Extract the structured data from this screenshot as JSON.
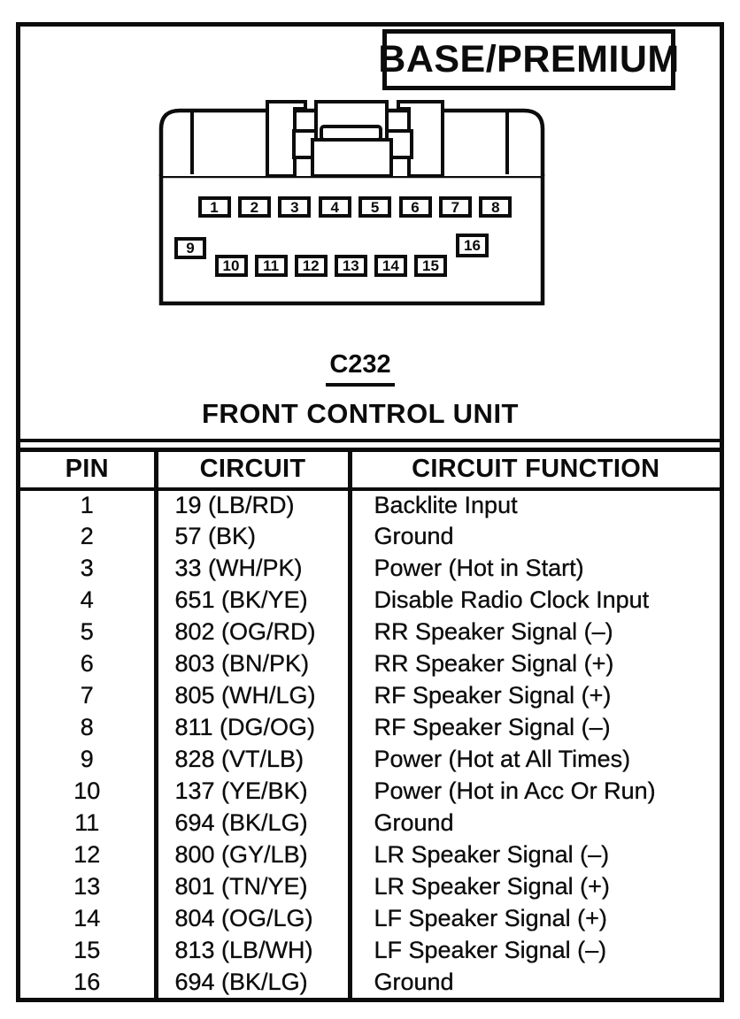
{
  "variant_label": "BASE/PREMIUM",
  "connector": {
    "id": "C232",
    "name": "FRONT CONTROL UNIT",
    "pin_numbers_row_top": [
      "1",
      "2",
      "3",
      "4",
      "5",
      "6",
      "7",
      "8"
    ],
    "pin_number_left": "9",
    "pin_numbers_row_bottom": [
      "10",
      "11",
      "12",
      "13",
      "14",
      "15"
    ],
    "pin_number_right": "16"
  },
  "pinout_table": {
    "headers": [
      "PIN",
      "CIRCUIT",
      "CIRCUIT FUNCTION"
    ],
    "rows": [
      {
        "pin": "1",
        "circuit": "19 (LB/RD)",
        "function": "Backlite Input"
      },
      {
        "pin": "2",
        "circuit": "57 (BK)",
        "function": "Ground"
      },
      {
        "pin": "3",
        "circuit": "33 (WH/PK)",
        "function": "Power (Hot in Start)"
      },
      {
        "pin": "4",
        "circuit": "651 (BK/YE)",
        "function": "Disable Radio Clock Input"
      },
      {
        "pin": "5",
        "circuit": "802 (OG/RD)",
        "function": "RR Speaker Signal (–)"
      },
      {
        "pin": "6",
        "circuit": "803 (BN/PK)",
        "function": "RR Speaker Signal (+)"
      },
      {
        "pin": "7",
        "circuit": "805 (WH/LG)",
        "function": "RF Speaker Signal (+)"
      },
      {
        "pin": "8",
        "circuit": "811 (DG/OG)",
        "function": "RF Speaker Signal (–)"
      },
      {
        "pin": "9",
        "circuit": "828 (VT/LB)",
        "function": "Power (Hot at All Times)"
      },
      {
        "pin": "10",
        "circuit": "137 (YE/BK)",
        "function": "Power (Hot in Acc Or Run)"
      },
      {
        "pin": "11",
        "circuit": "694 (BK/LG)",
        "function": "Ground"
      },
      {
        "pin": "12",
        "circuit": "800 (GY/LB)",
        "function": "LR Speaker Signal (–)"
      },
      {
        "pin": "13",
        "circuit": "801 (TN/YE)",
        "function": "LR Speaker Signal (+)"
      },
      {
        "pin": "14",
        "circuit": "804 (OG/LG)",
        "function": "LF Speaker Signal (+)"
      },
      {
        "pin": "15",
        "circuit": "813 (LB/WH)",
        "function": "LF Speaker Signal (–)"
      },
      {
        "pin": "16",
        "circuit": "694 (BK/LG)",
        "function": "Ground"
      }
    ]
  },
  "colors": {
    "ink": "#0c0c0c",
    "paper": "#ffffff"
  }
}
